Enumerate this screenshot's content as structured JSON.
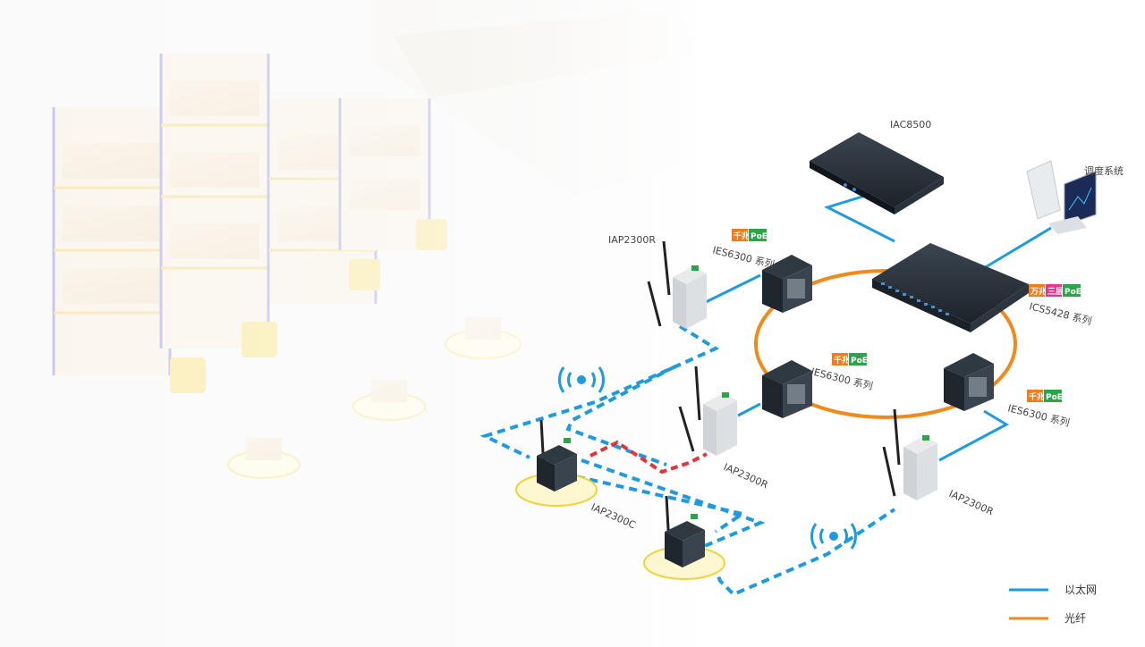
{
  "colors": {
    "ethernet": "#1e9be0",
    "fiber": "#f08a1c",
    "wireless_link": "#1e9be0",
    "roaming_link": "#e0343a",
    "badge_orange": "#f07d1a",
    "badge_green": "#2aa548",
    "badge_pink": "#e8368f"
  },
  "devices": {
    "iac": "IAC8500",
    "dispatch": "调度系统",
    "core_switch": "ICS5428 系列",
    "ring_switch_top": "IES6300 系列",
    "ring_switch_mid": "IES6300 系列",
    "ring_switch_right": "IES6300 系列",
    "ap_top": "IAP2300R",
    "ap_mid": "IAP2300R",
    "ap_right": "IAP2300R",
    "client": "IAP2300C"
  },
  "badges": {
    "gigabit": "千兆",
    "ten_gigabit": "万兆",
    "layer3": "三层",
    "poe": "PoE"
  },
  "legend": [
    {
      "label": "以太网",
      "color": "#1e9be0"
    },
    {
      "label": "光纤",
      "color": "#f08a1c"
    }
  ]
}
